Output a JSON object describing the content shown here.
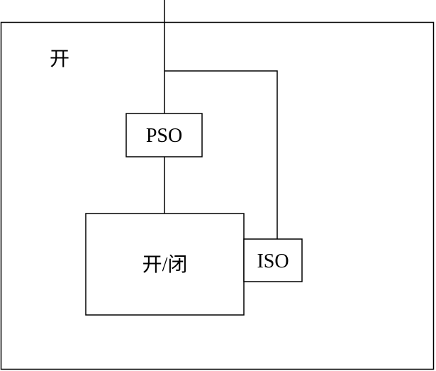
{
  "domain_label": "开",
  "nodes": {
    "pso": {
      "label": "PSO"
    },
    "switch_block": {
      "label": "开/闭"
    },
    "iso": {
      "label": "ISO"
    }
  }
}
